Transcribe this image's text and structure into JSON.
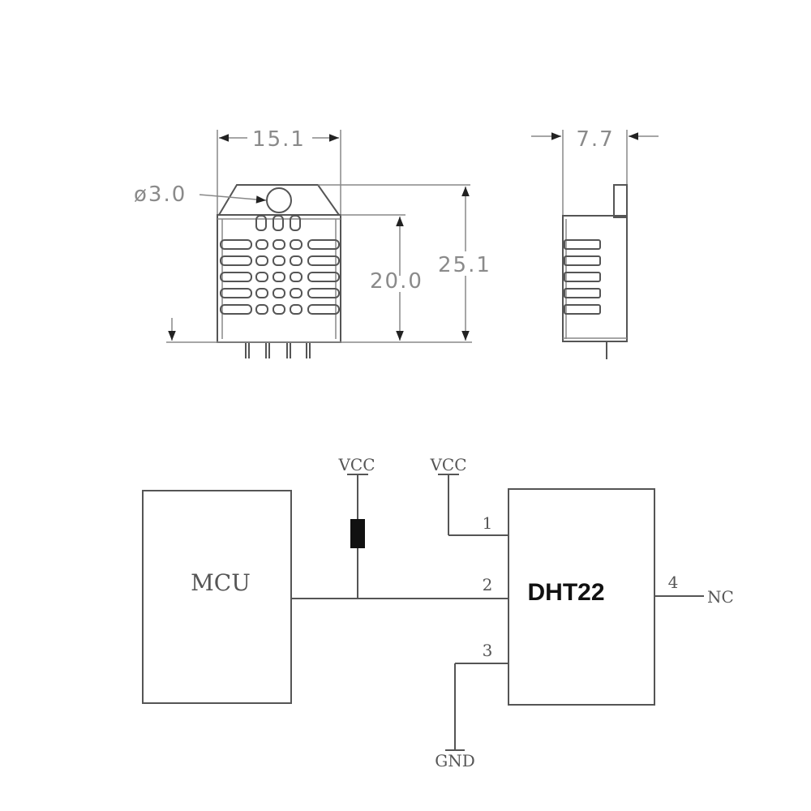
{
  "mechanical_drawing": {
    "front_view": {
      "width_label": "15.1",
      "hole_label": "ø3.0",
      "body_height_label": "20.0",
      "total_height_label": "25.1",
      "vent_rows": 5,
      "pins": 4
    },
    "side_view": {
      "depth_label": "7.7",
      "vent_rows": 5
    }
  },
  "schematic": {
    "mcu": {
      "label": "MCU"
    },
    "pullup": {
      "vcc_label": "VCC",
      "component": "resistor"
    },
    "sensor": {
      "label": "DHT22",
      "vcc_label": "VCC",
      "gnd_label": "GND",
      "nc_label": "NC",
      "pins": [
        {
          "number": "1",
          "connection": "VCC"
        },
        {
          "number": "2",
          "connection": "MCU data"
        },
        {
          "number": "3",
          "connection": "GND"
        },
        {
          "number": "4",
          "connection": "NC"
        }
      ]
    }
  }
}
